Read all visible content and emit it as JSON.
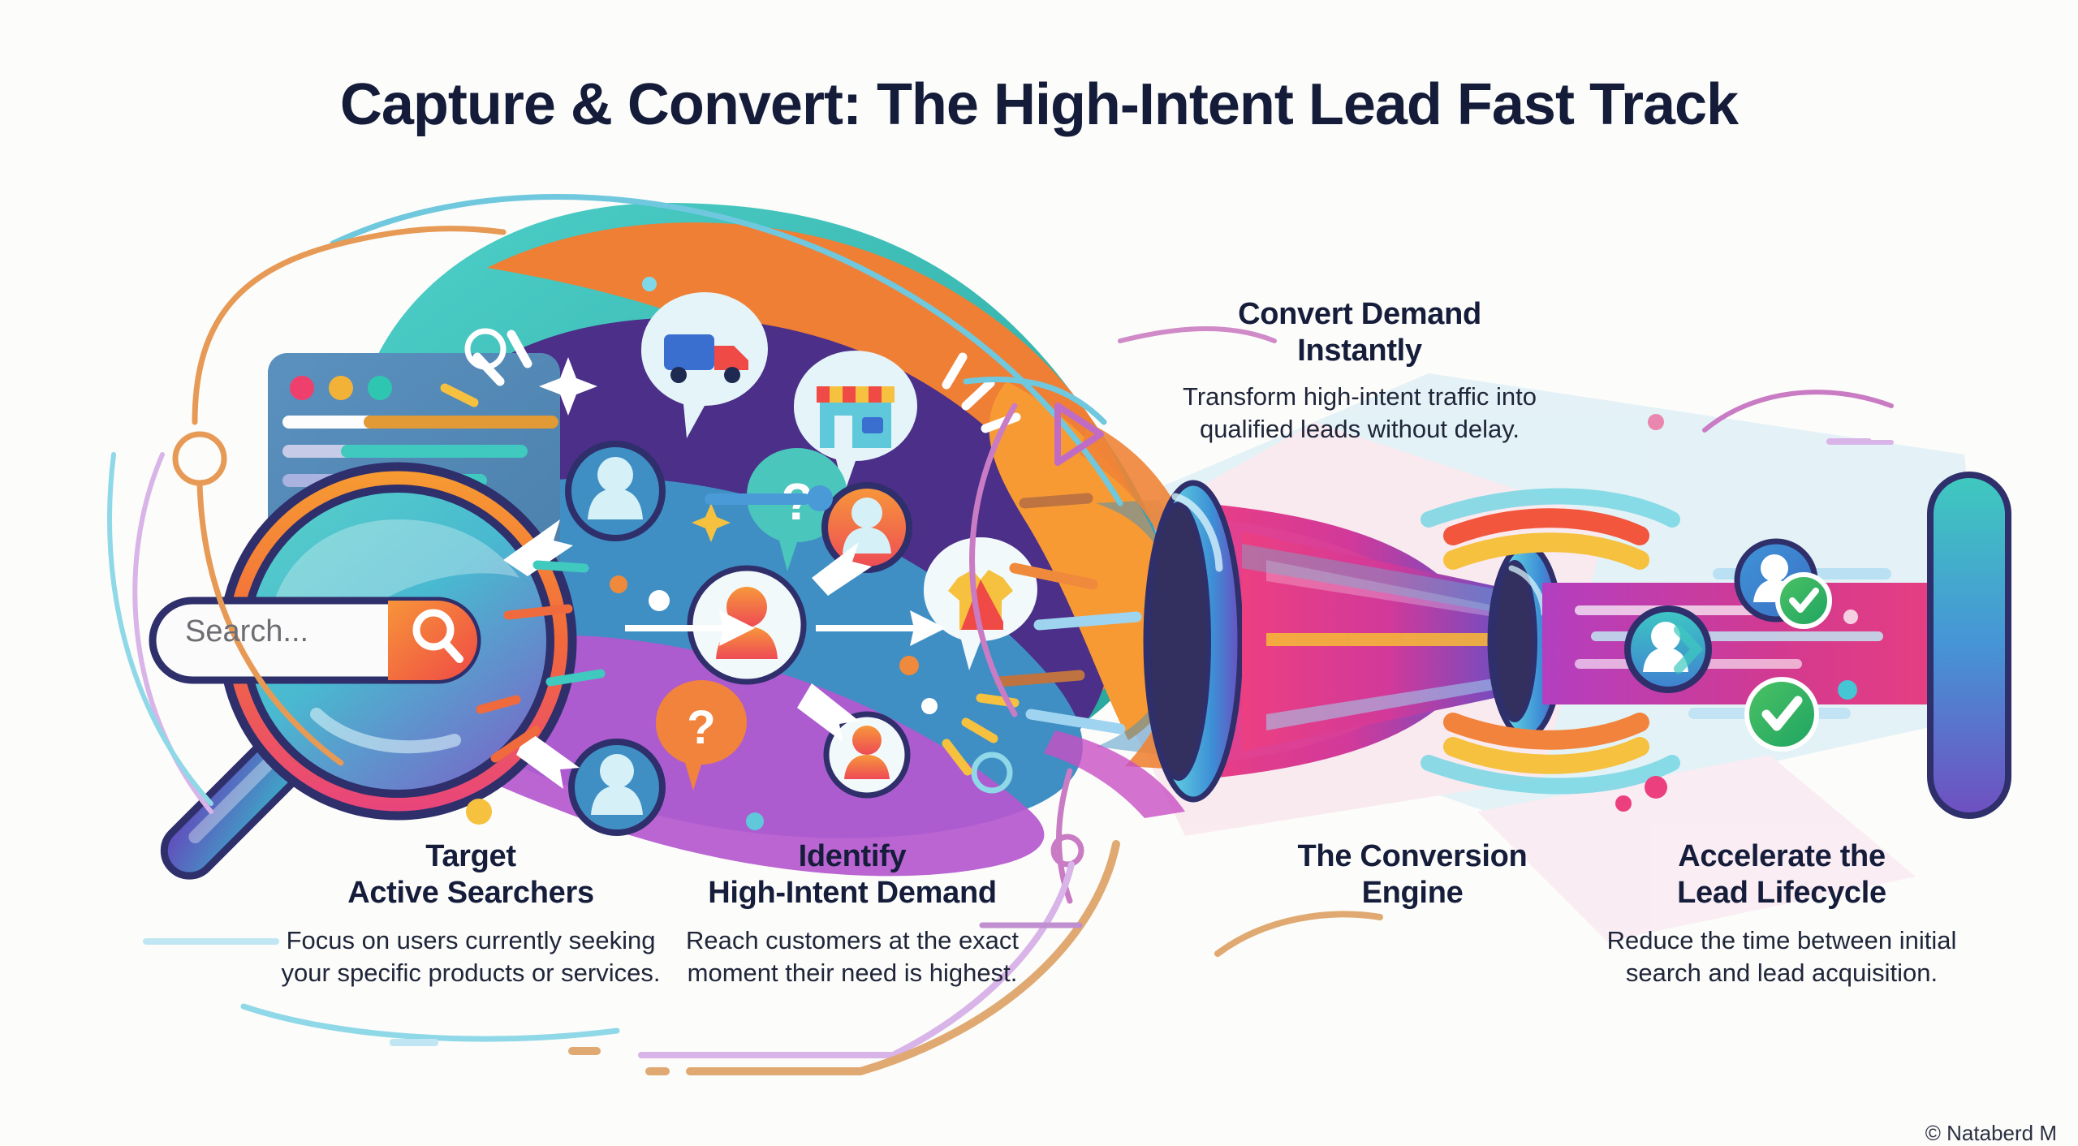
{
  "page": {
    "title": "Capture & Convert: The High-Intent Lead Fast Track",
    "background_color": "#fcfcfa",
    "title_color": "#141c3a",
    "watermark": "© Nataberd M"
  },
  "callout": {
    "heading_line1": "Convert Demand",
    "heading_line2": "Instantly",
    "body": "Transform high-intent traffic into qualified leads without delay."
  },
  "search_widget": {
    "placeholder": "Search...",
    "button_icon": "search-icon",
    "button_color": "#f2563c"
  },
  "steps": [
    {
      "id": "target-active-searchers",
      "heading_line1": "Target",
      "heading_line2": "Active Searchers",
      "body": "Focus on users currently seeking your specific products or services."
    },
    {
      "id": "identify-high-intent-demand",
      "heading_line1": "Identify",
      "heading_line2": "High-Intent Demand",
      "body": "Reach customers at the exact moment their need is highest."
    },
    {
      "id": "the-conversion-engine",
      "heading_line1": "The Conversion",
      "heading_line2": "Engine",
      "body": ""
    },
    {
      "id": "accelerate-the-lead-lifecycle",
      "heading_line1": "Accelerate the",
      "heading_line2": "Lead Lifecycle",
      "body": "Reduce the time between initial search and lead acquisition."
    }
  ],
  "icons": {
    "magnifier": "magnifier-icon",
    "browser_window": "browser-window-icon",
    "truck_bubble": "delivery-truck-bubble-icon",
    "shop_bubble": "storefront-bubble-icon",
    "shirt_bubble": "tshirt-bubble-icon",
    "question_bubble": "question-bubble-icon",
    "avatar": "user-avatar-icon",
    "check": "check-circle-icon",
    "play_triangle": "play-triangle-icon",
    "funnel": "funnel-nozzle-icon",
    "finish_bar": "finish-line-bar-icon"
  },
  "palette": {
    "navy": "#2e2f6b",
    "teal": "#2aada0",
    "cyan": "#4bc8d9",
    "orange": "#ee7f35",
    "coral": "#f2563c",
    "magenta": "#e03a86",
    "pink": "#ec3f7e",
    "purple": "#7b4fc0",
    "violet": "#b558cf",
    "deep_purple": "#43267a",
    "green": "#33b45b",
    "yellow": "#f5c13f",
    "blue": "#3f7fd0",
    "light_blue": "#bfe6f2"
  }
}
